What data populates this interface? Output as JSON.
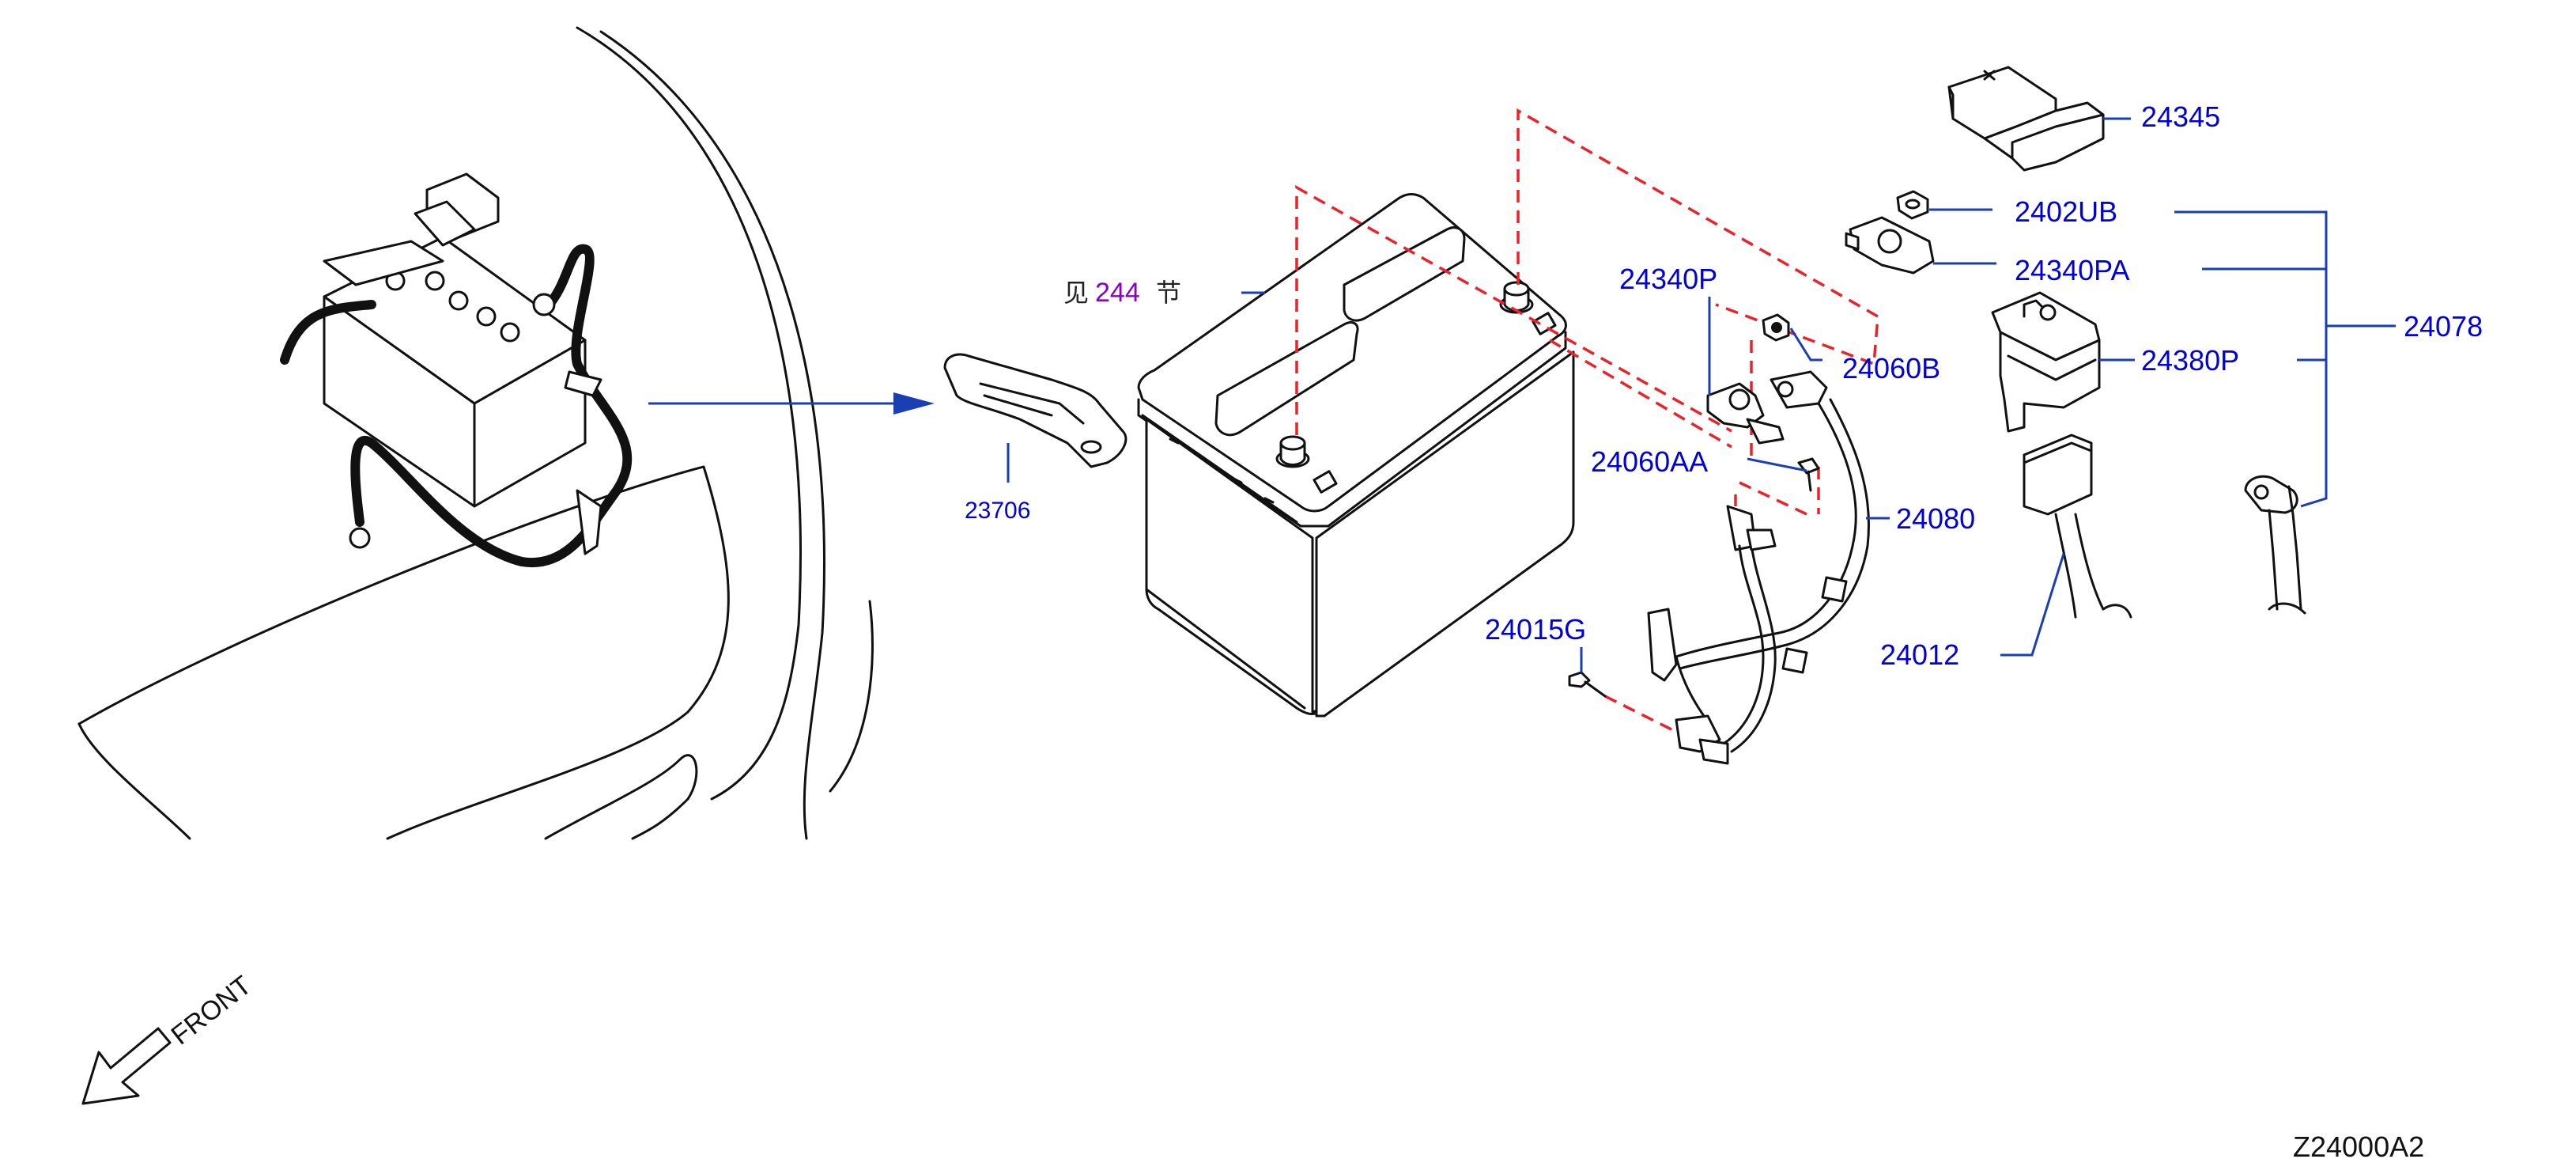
{
  "colors": {
    "label": "#0000d8",
    "leader": "#1a3fb5",
    "dashed": "#e8232a",
    "reference": "#8a00c8",
    "drawing": "#111111"
  },
  "reference": {
    "prefix": "见",
    "section": "244",
    "suffix": "节"
  },
  "parts": {
    "p24345": "24345",
    "p2402UB": "2402UB",
    "p24340PA": "24340PA",
    "p24340P": "24340P",
    "p24060B": "24060B",
    "p24060AA": "24060AA",
    "p24380P": "24380P",
    "p24078": "24078",
    "p24080": "24080",
    "p24015G": "24015G",
    "p24012": "24012",
    "p23706": "23706"
  },
  "front": "FRONT",
  "diagram_id": "Z24000A2"
}
